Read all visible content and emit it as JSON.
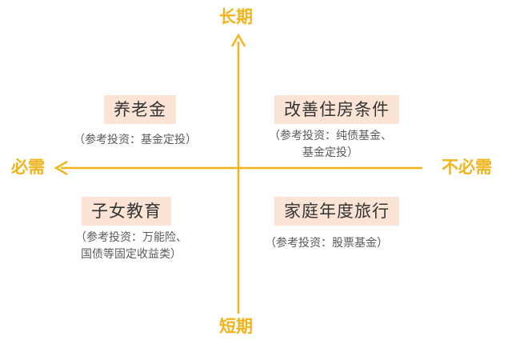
{
  "axes": {
    "top": "长期",
    "bottom": "短期",
    "left": "必需",
    "right": "不必需",
    "color": "#f2b41c"
  },
  "quadrants": {
    "top_left": {
      "title": "养老金",
      "note_lines": [
        "（参考投资：基金定投）"
      ]
    },
    "top_right": {
      "title": "改善住房条件",
      "note_lines": [
        "（参考投资：纯债基金、",
        "基金定投）"
      ]
    },
    "bottom_left": {
      "title": "子女教育",
      "note_lines": [
        "（参考投资：万能险、",
        "国债等固定收益类）"
      ]
    },
    "bottom_right": {
      "title": "家庭年度旅行",
      "note_lines": [
        "（参考投资：股票基金）"
      ]
    }
  },
  "colors": {
    "title_bg": "#fbe4d6",
    "note_text": "#5a5a5a"
  }
}
